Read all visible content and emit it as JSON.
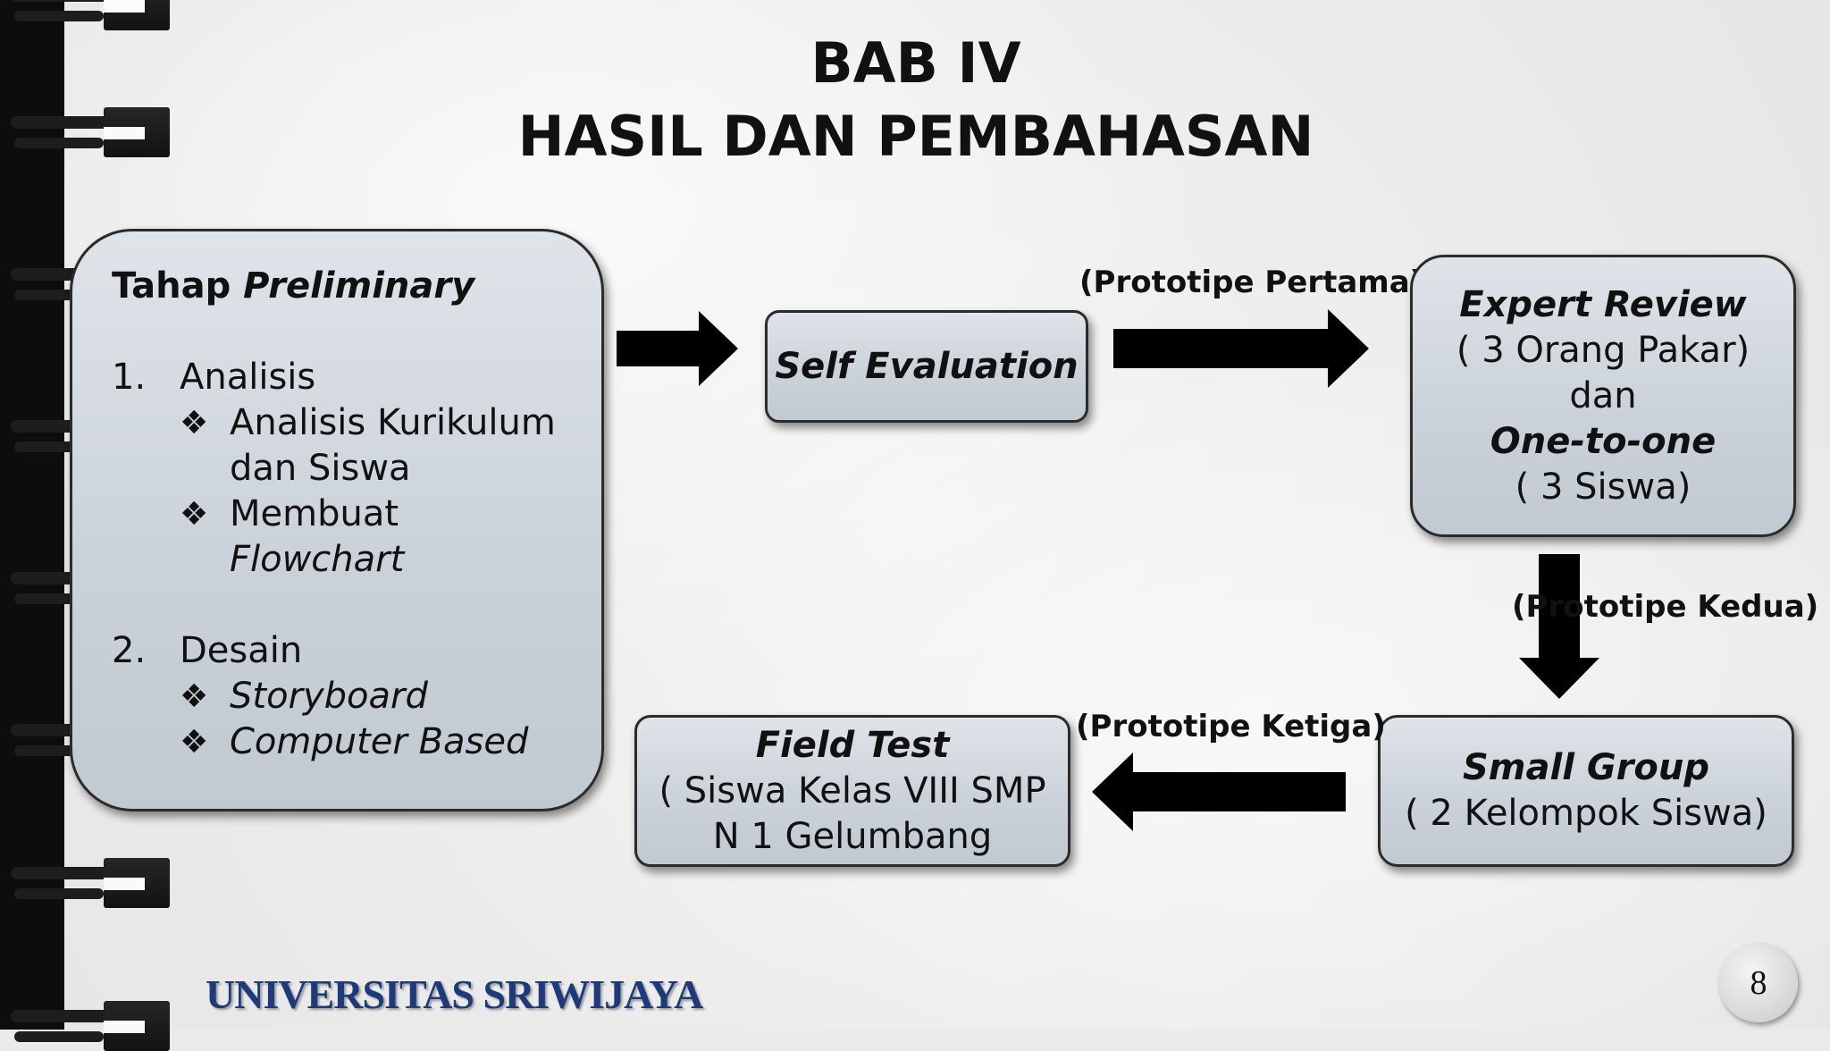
{
  "title": {
    "line1": "BAB IV",
    "line2": "HASIL DAN PEMBAHASAN"
  },
  "preliminary": {
    "heading_plain": "Tahap ",
    "heading_italic": "Preliminary",
    "item1_num": "1.",
    "item1_label": "Analisis",
    "item1_sub1_line1": "Analisis Kurikulum",
    "item1_sub1_line2": "dan Siswa",
    "item1_sub2_line1": "Membuat",
    "item1_sub2_line2": "Flowchart",
    "item2_num": "2.",
    "item2_label": "Desain",
    "item2_sub1": "Storyboard",
    "item2_sub2": "Computer Based",
    "bullet": "❖"
  },
  "self_evaluation": {
    "label": "Self Evaluation"
  },
  "expert_review": {
    "title": "Expert Review",
    "line2": "( 3 Orang Pakar)",
    "line3": "dan",
    "line4": "One-to-one",
    "line5": "( 3 Siswa)"
  },
  "small_group": {
    "title": "Small Group",
    "line2": "( 2 Kelompok Siswa)"
  },
  "field_test": {
    "title": "Field Test",
    "line2": "( Siswa Kelas VIII SMP",
    "line3": "N 1 Gelumbang"
  },
  "labels": {
    "prototipe1": "(Prototipe Pertama)",
    "prototipe2": "(Prototipe Kedua)",
    "prototipe3": "(Prototipe Ketiga)"
  },
  "footer": {
    "university": "UNIVERSITAS SRIWIJAYA",
    "page_number": "8"
  }
}
